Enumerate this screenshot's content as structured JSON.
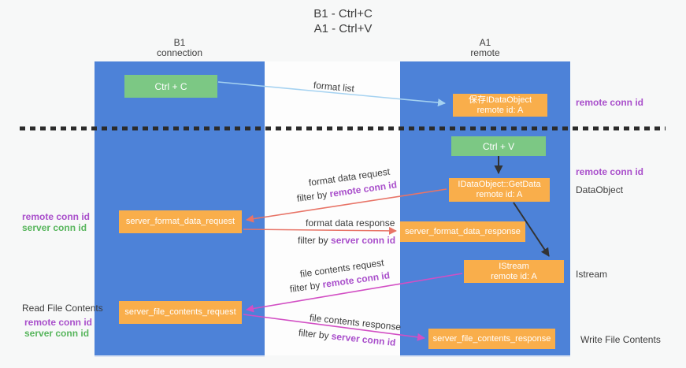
{
  "title": {
    "line1": "B1 - Ctrl+C",
    "line2": "A1 - Ctrl+V"
  },
  "lanes": {
    "left": {
      "name": "B1",
      "role": "connection"
    },
    "right": {
      "name": "A1",
      "role": "remote"
    }
  },
  "nodes": {
    "ctrl_c": "Ctrl + C",
    "ctrl_v": "Ctrl + V",
    "saved_idataobject": {
      "line1": "保存IDataObject",
      "line2": "remote id: A"
    },
    "getdata": {
      "line1": "IDataObject::GetData",
      "line2": "remote id: A"
    },
    "istream": {
      "line1": "IStream",
      "line2": "remote id: A"
    },
    "server_format_data_request": "server_format_data_request",
    "server_format_data_response": "server_format_data_response",
    "server_file_contents_request": "server_file_contents_request",
    "server_file_contents_response": "server_file_contents_response"
  },
  "edges": {
    "format_list": "format list",
    "format_data_request": {
      "label": "format data request",
      "filter_prefix": "filter by",
      "filter_key": "remote conn id"
    },
    "format_data_response": {
      "label": "format data response",
      "filter_prefix": "filter by",
      "filter_key": "server conn id"
    },
    "file_contents_request": {
      "label": "file contents request",
      "filter_prefix": "filter by",
      "filter_key": "remote conn id"
    },
    "file_contents_response": {
      "label": "file contents response",
      "filter_prefix": "filter by",
      "filter_key": "server conn id"
    }
  },
  "annotations": {
    "right_top_remote_conn_id": "remote conn id",
    "right_mid_remote_conn_id": "remote conn id",
    "right_dataobject": "DataObject",
    "right_istream": "Istream",
    "right_write_file_contents": "Write File Contents",
    "left_format_remote_conn_id": "remote conn id",
    "left_format_server_conn_id": "server conn id",
    "left_read_file_contents": "Read File Contents",
    "left_file_remote_conn_id": "remote conn id",
    "left_file_server_conn_id": "server conn id"
  },
  "colors": {
    "lane_blue": "#4d82d8",
    "box_green": "#7cc884",
    "box_orange": "#f9ae4b",
    "text_purple": "#a94fcb",
    "text_green": "#57b55c",
    "arrow_blue": "#a5d2f1",
    "arrow_red": "#e87467",
    "arrow_magenta": "#d24fc4",
    "dashed_line": "#2b2b2b"
  }
}
